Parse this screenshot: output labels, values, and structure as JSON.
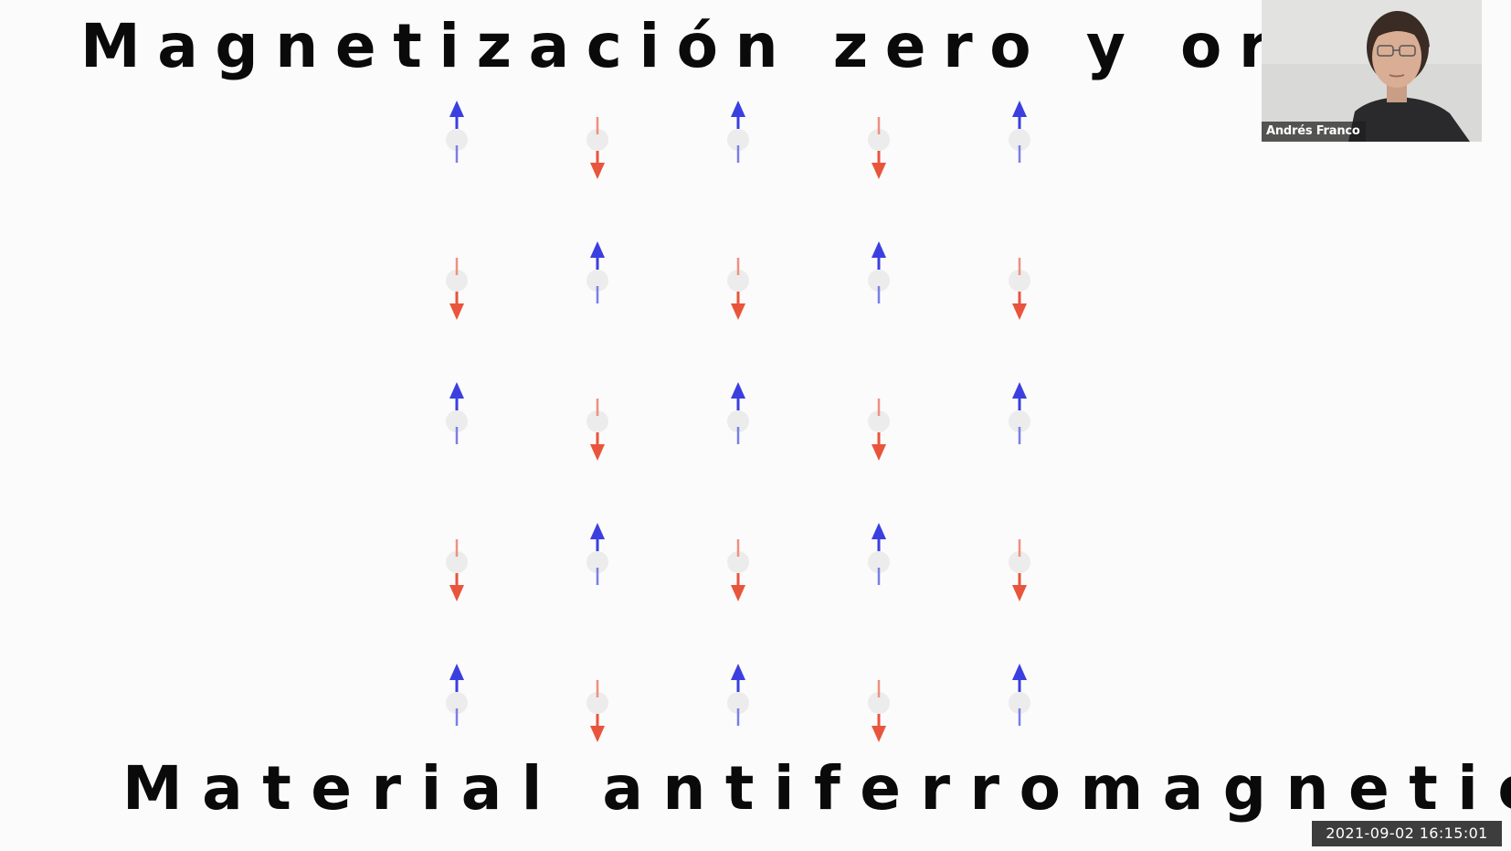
{
  "slide": {
    "title": "Magnetización zero y orden",
    "footer": "Material antiferromagnetico"
  },
  "lattice": {
    "rows": 5,
    "cols": 5,
    "pattern": "checkerboard",
    "first_spin": "up",
    "colors": {
      "up": "#3b3fe0",
      "down": "#e8553c",
      "up_tail": "#7a7fe6",
      "down_tail": "#f08f80",
      "atom": "#ececec"
    }
  },
  "video": {
    "participant_name": "Andrés Franco"
  },
  "recording": {
    "timestamp": "2021-09-02  16:15:01"
  }
}
